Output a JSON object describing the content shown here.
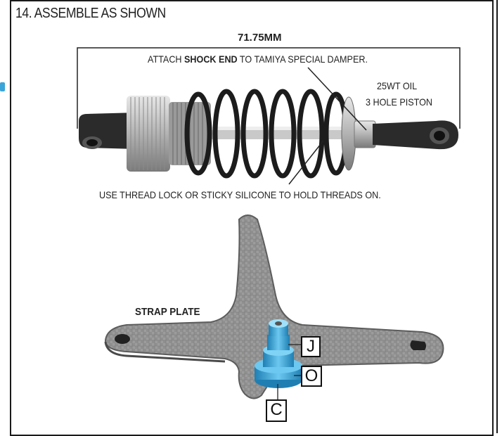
{
  "step": {
    "title": "14. ASSEMBLE AS SHOWN"
  },
  "shock": {
    "length_label": "71.75MM",
    "attach_prefix": "ATTACH ",
    "attach_bold": "SHOCK END",
    "attach_suffix": " TO TAMIYA SPECIAL DAMPER.",
    "oil": "25WT OIL",
    "piston": "3 HOLE PISTON",
    "thread_note": "USE THREAD LOCK OR STICKY SILICONE TO HOLD THREADS ON."
  },
  "plate": {
    "label": "STRAP PLATE",
    "callouts": {
      "j": "J",
      "o": "O",
      "c": "C"
    }
  },
  "colors": {
    "carbon": "#8a8a8a",
    "metal": "#bdbdbd",
    "spring": "#1c1c1c",
    "rod_end": "#2b2b2b",
    "blue_part": "#3aa5d8"
  }
}
